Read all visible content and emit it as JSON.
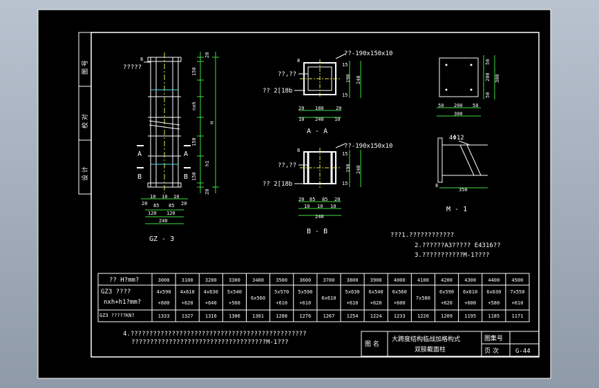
{
  "title_strip": {
    "design": "设 计",
    "check": "校 对",
    "drawing_no": "图 号"
  },
  "gz3": {
    "caption": "GZ - 3",
    "note": "?????",
    "top_label": "8",
    "dims_right": [
      "20",
      "150",
      "nxh",
      "150",
      "h1",
      "150",
      "20",
      "H"
    ],
    "dims_bottom_1": [
      "20",
      "10",
      "10",
      "10",
      "20"
    ],
    "dims_bottom_2": [
      "85",
      "85"
    ],
    "dims_bottom_3": [
      "120",
      "120"
    ],
    "dims_bottom_4": "240",
    "section_marks": [
      "A",
      "B"
    ]
  },
  "section_aa": {
    "caption": "A - A",
    "plate": "??-190x150x10",
    "weld": "??,??",
    "channel": "?? 2[18b",
    "label_8": "8",
    "dims_right": [
      "15",
      "190",
      "15",
      "240"
    ],
    "dims_bottom_1": [
      "20",
      "180",
      "20"
    ],
    "dims_bottom_2": [
      "10",
      "240",
      "10"
    ]
  },
  "section_bb": {
    "caption": "B - B",
    "plate": "??-190x150x10",
    "weld": "??,??",
    "channel": "?? 2[18b",
    "label_8": "8",
    "dims_right": [
      "15",
      "190",
      "15",
      "240"
    ],
    "dims_bottom_1": [
      "20",
      "85",
      "85",
      "20"
    ],
    "dims_bottom_2": [
      "10",
      "10",
      "10"
    ],
    "dims_bottom_3": "240"
  },
  "plate_detail": {
    "dims_right": [
      "50",
      "200",
      "50",
      "300"
    ],
    "dims_bottom_1": [
      "50",
      "200",
      "50"
    ],
    "dims_bottom_2": "300"
  },
  "m1": {
    "caption": "M - 1",
    "rebar": "4Φ12",
    "length": "350",
    "small": "8"
  },
  "notes": {
    "line1": "???1.????????????",
    "line2": "2.??????A3?????  E4316??",
    "line3": "3.???????????M-1????",
    "line4a": "4.???????????????????????????????????????????????",
    "line4b": "????????????????????????????????????M-1???"
  },
  "table": {
    "row1_label": "?? H?mm?",
    "row2_label_a": "GZ3  ????",
    "row2_label_b": "nxh+h1?mm?",
    "row3_label": "GZ3  ?????KN?",
    "heights": [
      "3000",
      "3100",
      "3200",
      "3300",
      "3400",
      "3500",
      "3600",
      "3700",
      "3800",
      "3900",
      "4000",
      "4100",
      "4200",
      "4300",
      "4400",
      "4500"
    ],
    "spacing_a": [
      "4x590",
      "4x610",
      "4x630",
      "5x540",
      "6x560",
      "5x570",
      "5x590",
      "6x610",
      "5x630",
      "6x540",
      "6x560",
      "7x580",
      "6x590",
      "6x610",
      "6x630",
      "7x550"
    ],
    "spacing_b": [
      "+600",
      "+620",
      "+640",
      "+560",
      "",
      "+610",
      "+610",
      "",
      "+610",
      "+620",
      "+600",
      "",
      "+620",
      "+600",
      "+580",
      "+610"
    ],
    "loads": [
      "1333",
      "1327",
      "1316",
      "1306",
      "1301",
      "1288",
      "1276",
      "1267",
      "1254",
      "1224",
      "1233",
      "1220",
      "1209",
      "1195",
      "1185",
      "1171"
    ]
  },
  "title_block": {
    "label_name": "图 名",
    "title_line1": "大跨度结构临战加格构式",
    "title_line2": "双肢截面柱",
    "set_no_label": "图集号",
    "page_label": "页 次",
    "page_no": "G-44"
  }
}
